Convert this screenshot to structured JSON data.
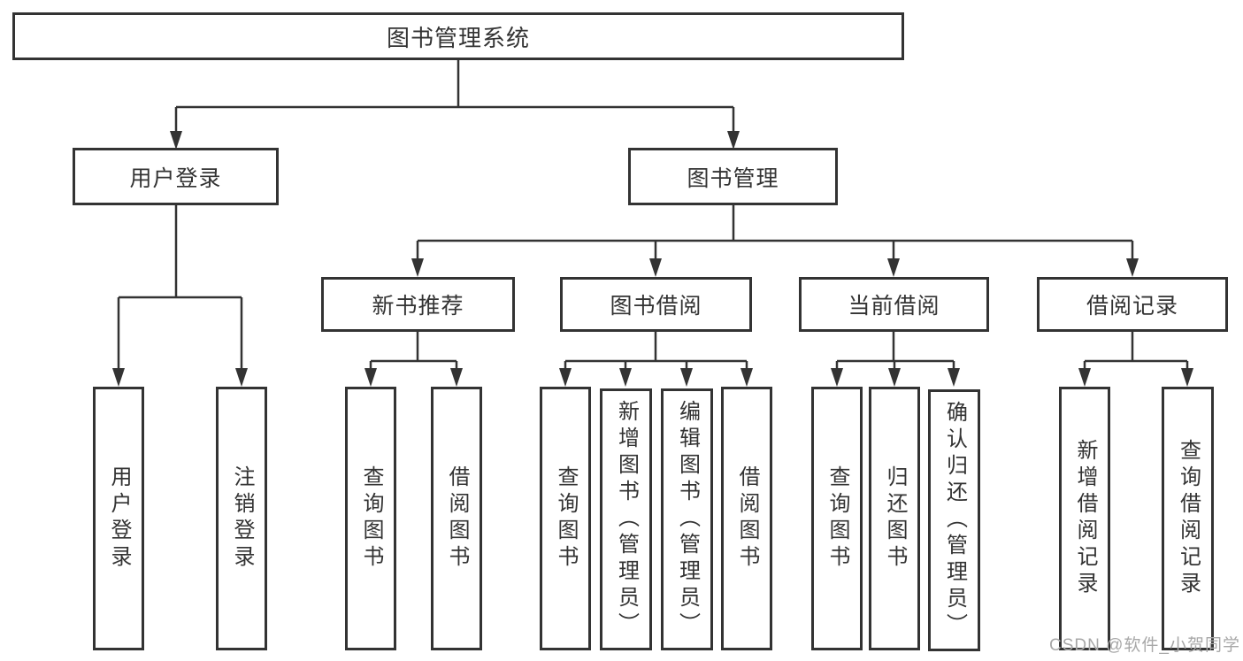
{
  "diagram": {
    "type": "tree",
    "title": "图书管理系统",
    "root": {
      "label": "图书管理系统",
      "children": [
        {
          "label": "用户登录",
          "children": [
            {
              "label": "用户登录"
            },
            {
              "label": "注销登录"
            }
          ]
        },
        {
          "label": "图书管理",
          "children": [
            {
              "label": "新书推荐",
              "children": [
                {
                  "label": "查询图书"
                },
                {
                  "label": "借阅图书"
                }
              ]
            },
            {
              "label": "图书借阅",
              "children": [
                {
                  "label": "查询图书"
                },
                {
                  "label": "新增图书（管理员）"
                },
                {
                  "label": "编辑图书（管理员）"
                },
                {
                  "label": "借阅图书"
                }
              ]
            },
            {
              "label": "当前借阅",
              "children": [
                {
                  "label": "查询图书"
                },
                {
                  "label": "归还图书"
                },
                {
                  "label": "确认归还（管理员）"
                }
              ]
            },
            {
              "label": "借阅记录",
              "children": [
                {
                  "label": "新增借阅记录"
                },
                {
                  "label": "查询借阅记录"
                }
              ]
            }
          ]
        }
      ]
    }
  },
  "watermark": {
    "text": "CSDN @软件_小贺同学",
    "color": "#a8a8a8"
  },
  "colors": {
    "line": "#333333",
    "box_border": "#333333",
    "text": "#333333",
    "background": "#ffffff"
  }
}
